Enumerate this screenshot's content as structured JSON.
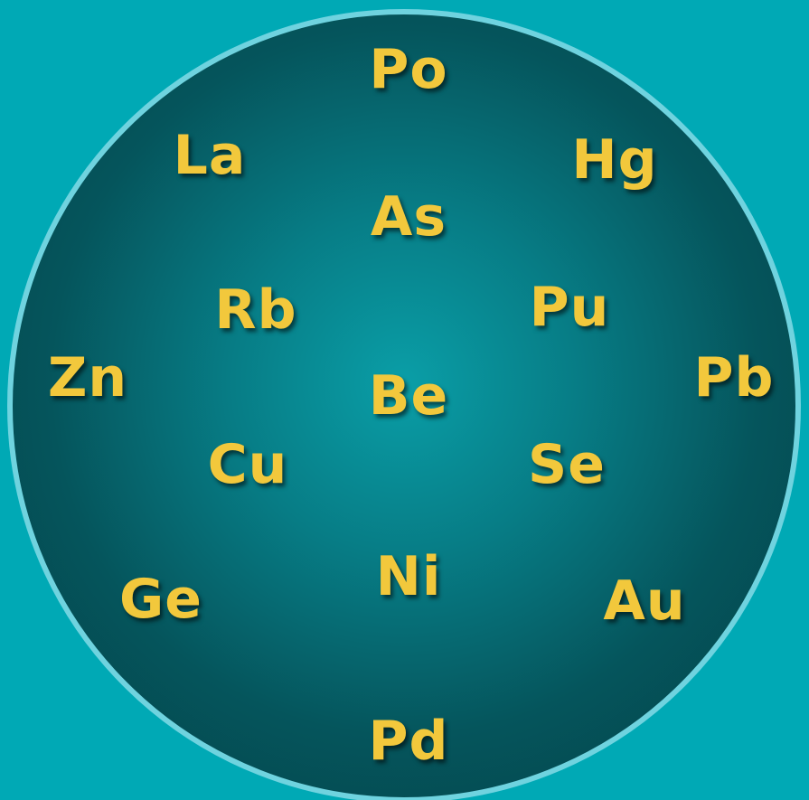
{
  "colors": {
    "background": "#00a9b5",
    "circle_rim": "#6fd3df",
    "circle_center": "#0a9ea7",
    "circle_edge": "#033e44",
    "symbol_text": "#f2c83c"
  },
  "symbols": {
    "po": "Po",
    "la": "La",
    "hg": "Hg",
    "as": "As",
    "rb": "Rb",
    "pu": "Pu",
    "zn": "Zn",
    "be": "Be",
    "pb": "Pb",
    "cu": "Cu",
    "se": "Se",
    "ni": "Ni",
    "ge": "Ge",
    "au": "Au",
    "pd": "Pd"
  }
}
